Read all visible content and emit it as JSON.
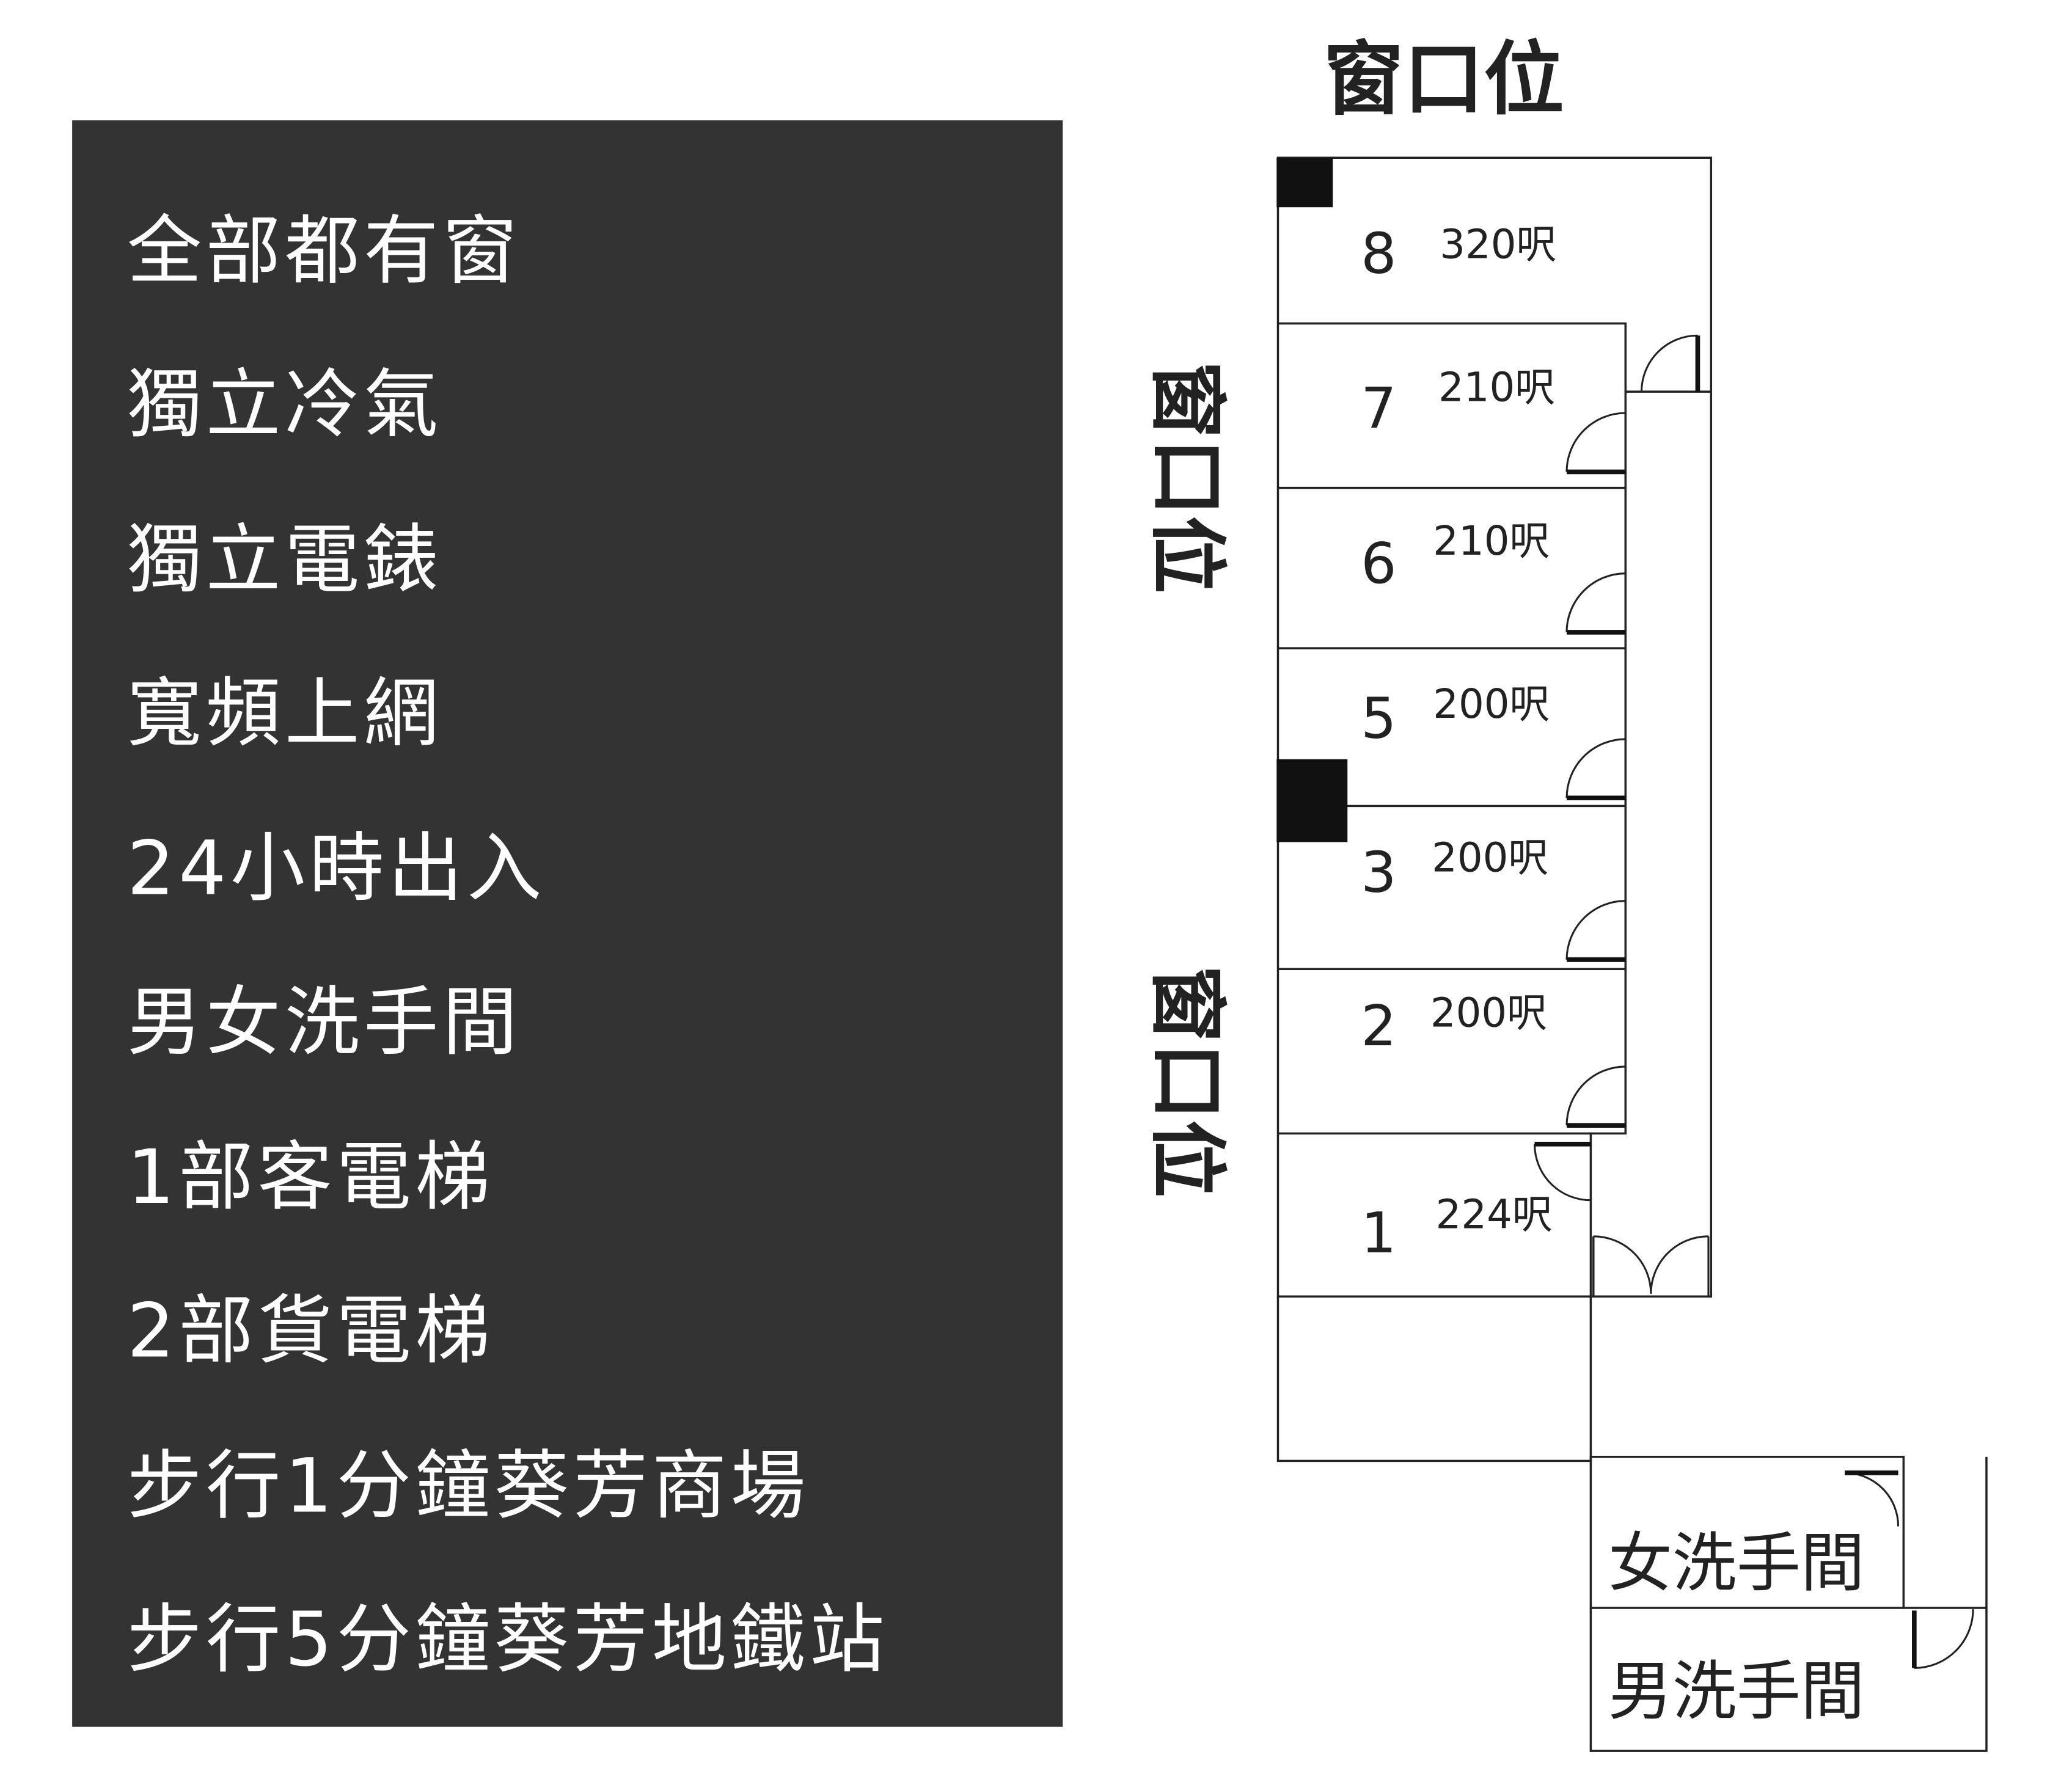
{
  "features": [
    "全部都有窗",
    "獨立冷氣",
    "獨立電錶",
    "寬頻上網",
    "24小時出入",
    "男女洗手間",
    "1部客電梯",
    "2部貨電梯",
    "步行1分鐘葵芳商場",
    "步行5分鐘葵芳地鐵站"
  ],
  "window_label": "窗口位",
  "units": [
    {
      "number": "8",
      "size": "320呎"
    },
    {
      "number": "7",
      "size": "210呎"
    },
    {
      "number": "6",
      "size": "210呎"
    },
    {
      "number": "5",
      "size": "200呎"
    },
    {
      "number": "3",
      "size": "200呎"
    },
    {
      "number": "2",
      "size": "200呎"
    },
    {
      "number": "1",
      "size": "224呎"
    }
  ],
  "toilets": {
    "female": "女洗手間",
    "male": "男洗手間"
  },
  "colors": {
    "panel": "#333333",
    "text_on_panel": "#ffffff",
    "lines": "#222222"
  }
}
